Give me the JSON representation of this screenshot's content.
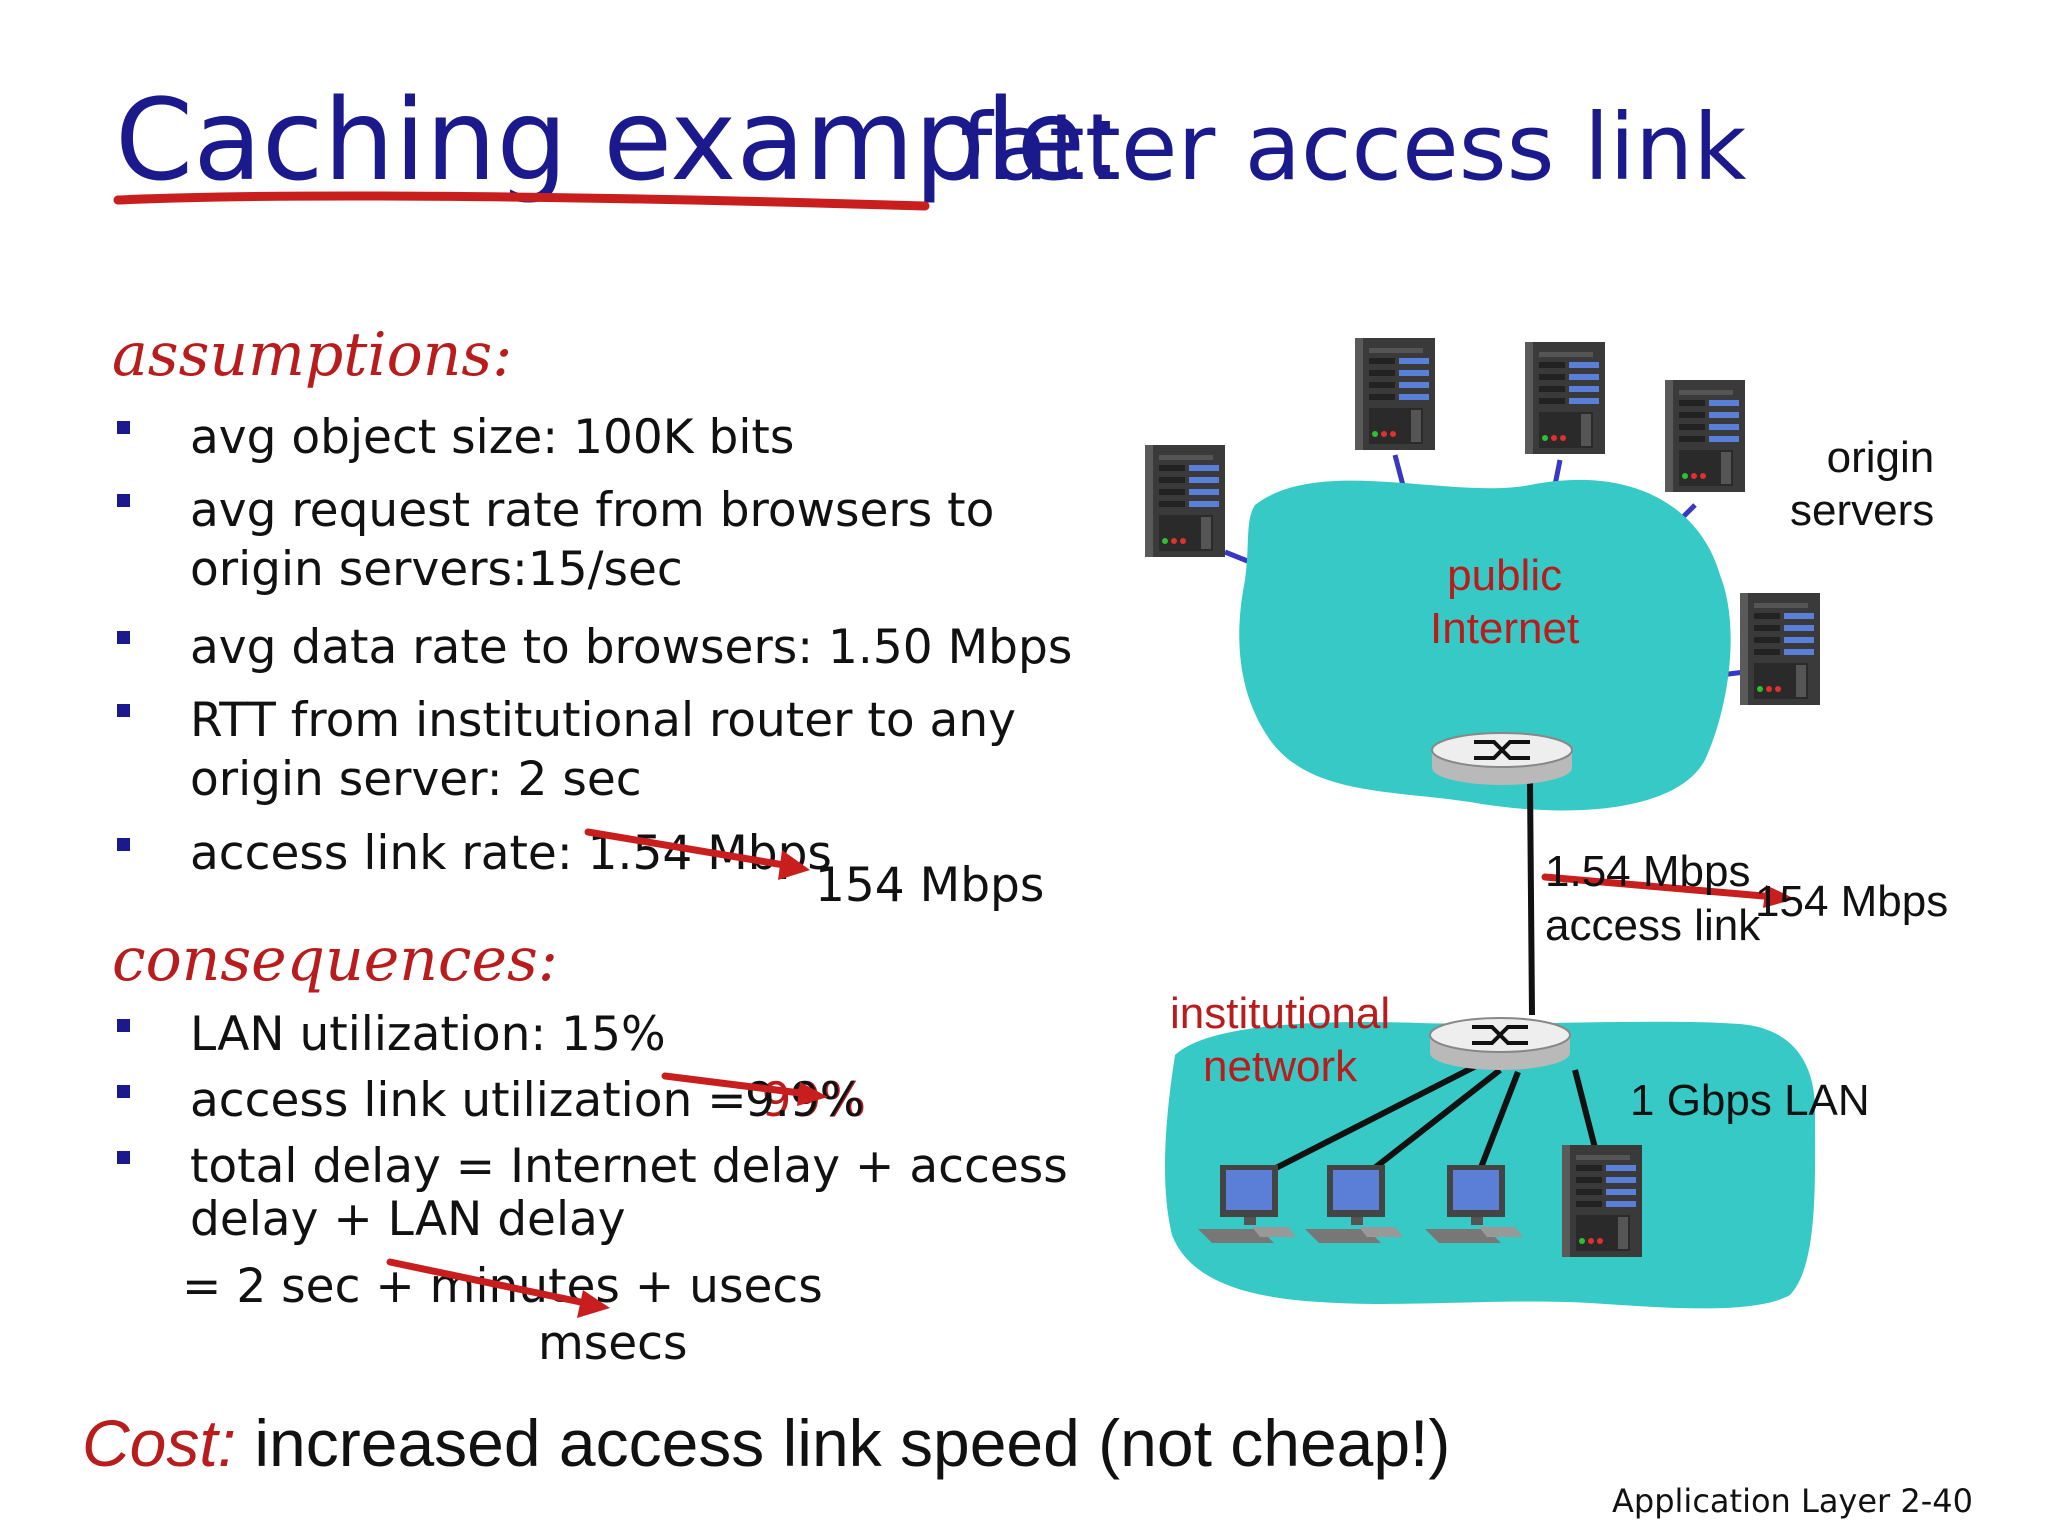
{
  "title": {
    "main": "Caching example:",
    "sub": "fatter access link"
  },
  "assumptions": {
    "heading": "assumptions:",
    "items": [
      {
        "lines": [
          "avg object size: 100K bits"
        ]
      },
      {
        "lines": [
          "avg request rate from browsers to",
          "origin servers:15/sec"
        ]
      },
      {
        "lines": [
          "avg data rate to browsers: 1.50 Mbps"
        ]
      },
      {
        "lines": [
          "RTT from institutional router to any",
          "origin server: 2 sec"
        ]
      },
      {
        "prefix": "access link rate: ",
        "struck": "1.54 Mbps",
        "replacement": "154 Mbps"
      }
    ]
  },
  "consequences": {
    "heading": "consequences:",
    "lan_util": "LAN utilization: 15%",
    "access_util": {
      "prefix": "access link utilization = ",
      "struck": "99%",
      "replacement": "9.9%"
    },
    "total_delay": {
      "line1": "total delay   = Internet delay + access",
      "line2": "delay + LAN delay",
      "line3_prefix": "=  2 sec + ",
      "line3_struck": "minutes",
      "line3_suffix": " + usecs",
      "replacement": "msecs"
    }
  },
  "network": {
    "origin_servers": [
      "origin",
      "servers"
    ],
    "public_internet": [
      "public",
      "Internet"
    ],
    "institutional_network": [
      "institutional",
      "network"
    ],
    "access_link_struck": "1.54 Mbps",
    "access_link_label": "access link",
    "access_link_replacement": "154 Mbps",
    "lan_label": "1 Gbps LAN"
  },
  "cost": {
    "label": "Cost:",
    "text": " increased access link speed (not cheap!)"
  },
  "footer": "Application Layer 2-40",
  "colors": {
    "title": "#1a1a8c",
    "accent_red": "#b81c1c",
    "cloud": "#36c9c6",
    "server": "#2d2d2d"
  }
}
